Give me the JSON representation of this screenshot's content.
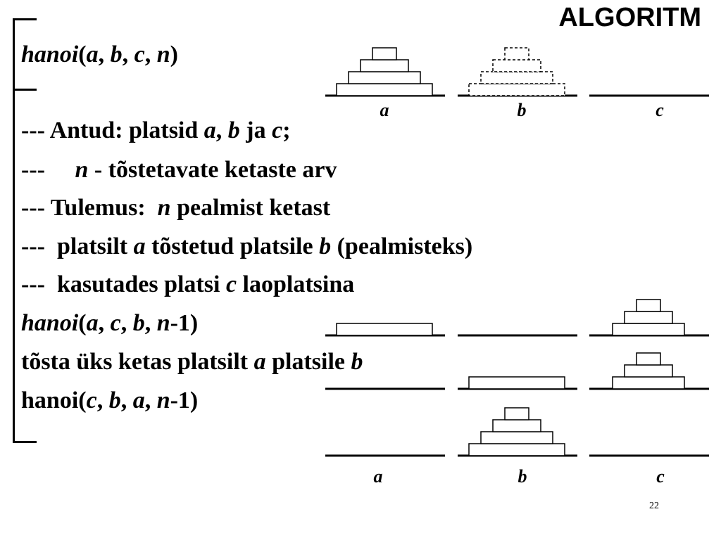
{
  "title": "ALGORITM",
  "page_number": "22",
  "code": {
    "header": {
      "fn": "hanoi",
      "open": "(",
      "a": "a",
      "sep1": ", ",
      "b": "b",
      "sep2": ", ",
      "c": "c",
      "sep3": ", ",
      "n": "n",
      "close": ")"
    },
    "comment1": {
      "prefix": "--- Antud: platsid ",
      "a": "a",
      "sep": ", ",
      "b": "b",
      "mid": " ja ",
      "c": "c",
      "end": ";"
    },
    "comment2": {
      "prefix": "---     ",
      "n": "n",
      "rest": " - tõstetavate ketaste arv"
    },
    "comment3": {
      "prefix": "--- Tulemus:  ",
      "n": "n",
      "rest": " pealmist ketast"
    },
    "comment4": {
      "prefix": "---  platsilt ",
      "a": "a",
      "mid": " tõstetud platsile ",
      "b": "b",
      "rest": " (pealmisteks)"
    },
    "comment5": {
      "prefix": "---  kasutades platsi ",
      "c": "c",
      "rest": " laoplatsina"
    },
    "call1": {
      "fn": "hanoi",
      "open": "(",
      "a": "a",
      "sep1": ", ",
      "c": "c",
      "sep2": ", ",
      "b": "b",
      "sep3": ", ",
      "n": "n",
      "rest": "-1)"
    },
    "move": {
      "prefix": "tõsta üks ketas platsilt ",
      "a": "a",
      "mid": " platsile ",
      "b": "b"
    },
    "call2": {
      "fn": "hanoi(",
      "c": "c",
      "sep1": ", ",
      "b": "b",
      "sep2": ", ",
      "a": "a",
      "sep3": ", ",
      "n": "n",
      "rest": "-1)"
    }
  },
  "peg_labels_top": [
    "a",
    "b",
    "c"
  ],
  "peg_labels_bottom": [
    "a",
    "b",
    "c"
  ]
}
